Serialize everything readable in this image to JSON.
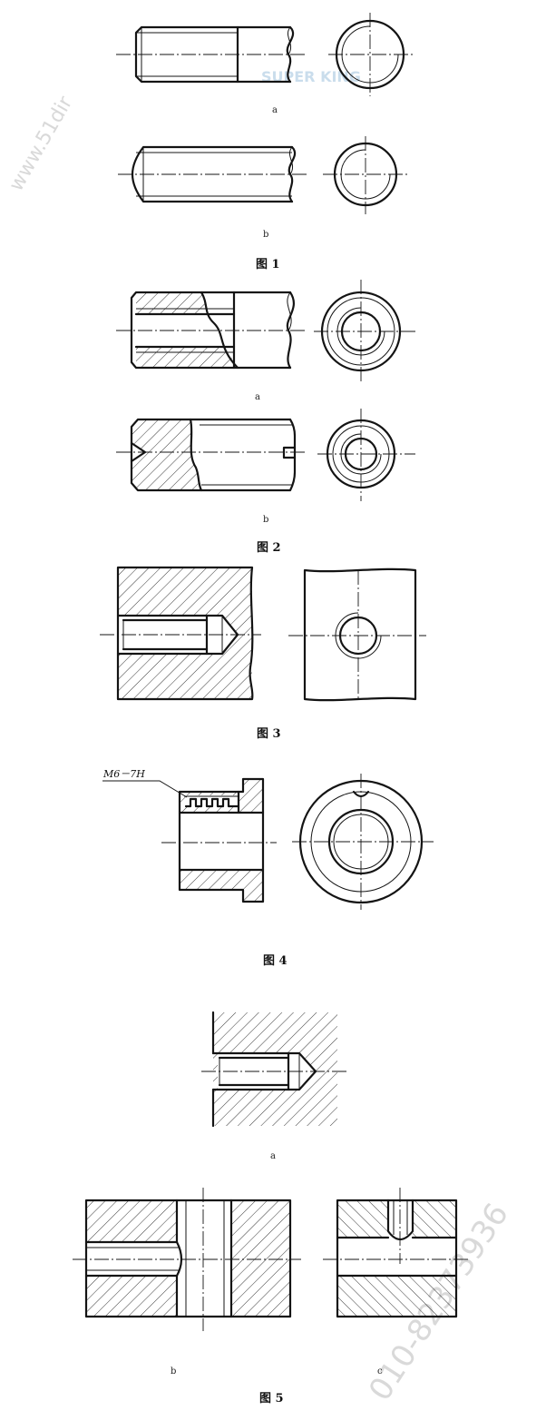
{
  "fig1": {
    "sub_a": "a",
    "sub_b": "b",
    "caption": "图 1"
  },
  "fig2": {
    "sub_a": "a",
    "sub_b": "b",
    "caption": "图 2"
  },
  "fig3": {
    "caption": "图 3"
  },
  "fig4": {
    "thread_callout": "M6－7H",
    "caption": "图 4"
  },
  "fig5": {
    "sub_a": "a",
    "sub_b": "b",
    "sub_c": "c",
    "caption": "图 5"
  },
  "watermark": {
    "url": "www.51dir",
    "brand": "SUPER KING",
    "phone": "010-82373936"
  }
}
